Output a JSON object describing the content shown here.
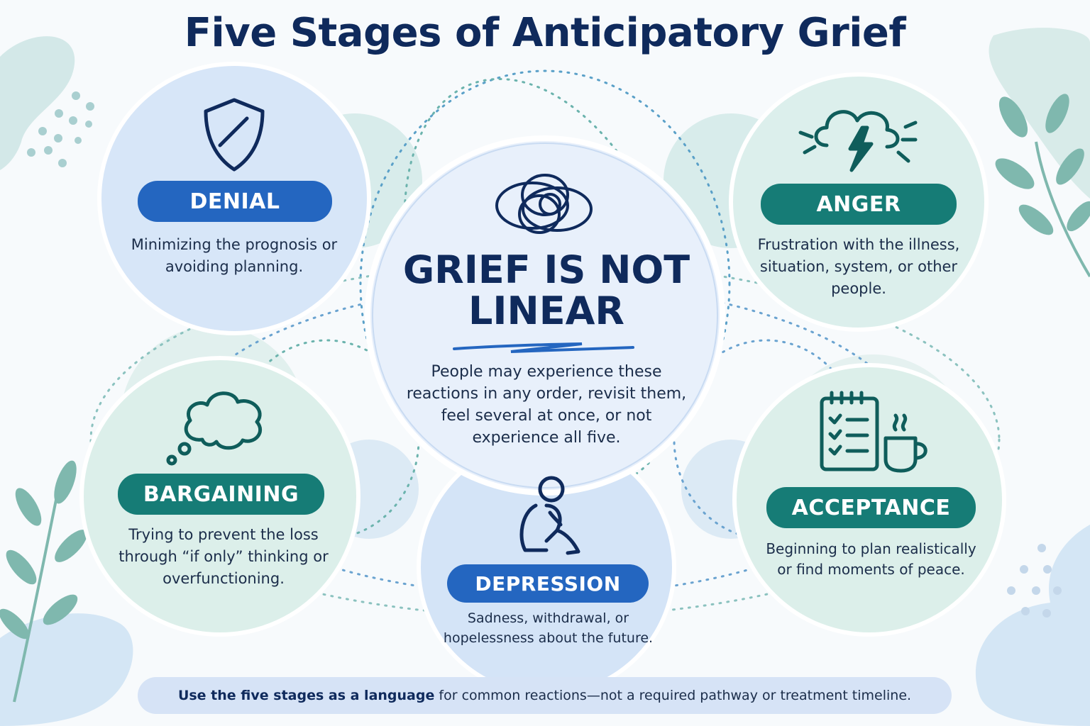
{
  "title": "Five Stages of Anticipatory Grief",
  "center": {
    "title_line1": "GRIEF IS NOT",
    "title_line2": "LINEAR",
    "description": "People may experience these reactions in any order, revisit them, feel several at once, or not experience all five.",
    "icon": "tangled-scribble-icon"
  },
  "stages": {
    "denial": {
      "label": "DENIAL",
      "description": "Minimizing the prognosis or avoiding planning.",
      "icon": "shield-icon",
      "color": "#2466c0"
    },
    "anger": {
      "label": "ANGER",
      "description": "Frustration with the illness, situation, system, or other people.",
      "icon": "storm-cloud-icon",
      "color": "#167c76"
    },
    "bargaining": {
      "label": "BARGAINING",
      "description": "Trying to prevent the loss through “if only” thinking or overfunctioning.",
      "icon": "thought-bubble-icon",
      "color": "#167c76"
    },
    "depression": {
      "label": "DEPRESSION",
      "description": "Sadness, withdrawal, or hopelessness about the future.",
      "icon": "sitting-person-icon",
      "color": "#2466c0"
    },
    "acceptance": {
      "label": "ACCEPTANCE",
      "description": "Beginning to plan realistically or find moments of peace.",
      "icon": "checklist-and-cup-icon",
      "color": "#167c76"
    }
  },
  "footer": {
    "bold": "Use the five stages as a language",
    "rest": " for common reactions—not a required pathway or treatment timeline."
  }
}
